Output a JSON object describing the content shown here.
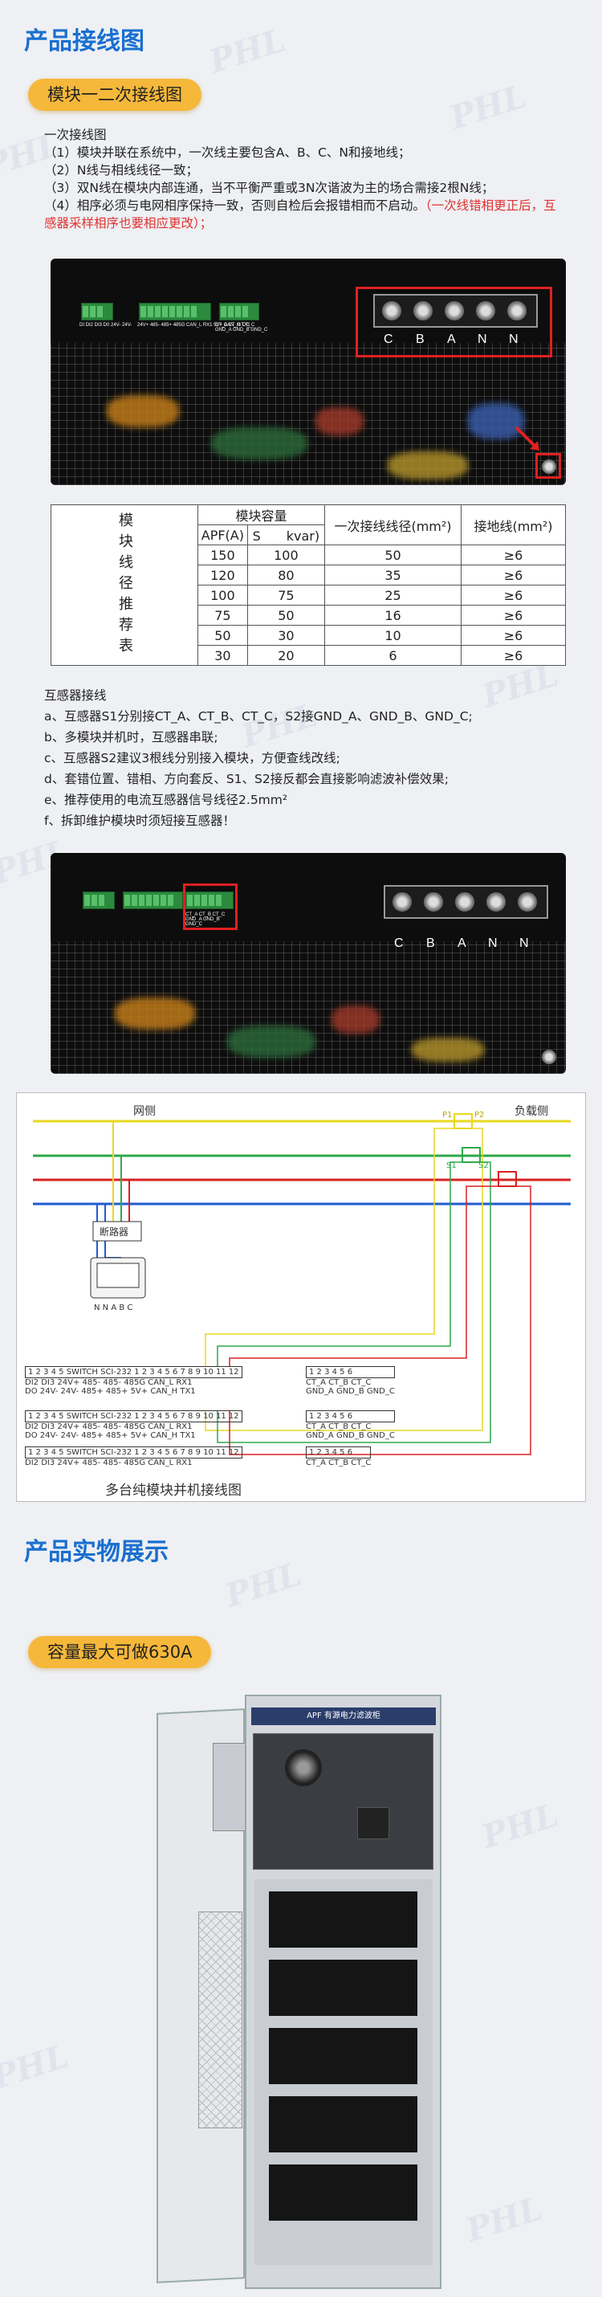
{
  "watermark": "PHL",
  "section1": {
    "title": "产品接线图",
    "pill": "模块一二次接线图"
  },
  "wiring_notes": {
    "heading": "一次接线图",
    "items": [
      "（1）模块并联在系统中，一次线主要包含A、B、C、N和接地线；",
      "（2）N线与相线线径一致；",
      "（3）双N线在模块内部连通，当不平衡严重或3N次谐波为主的场合需接2根N线；",
      "（4）相序必须与电网相序保持一致，否则自检后会报错相而不启动。"
    ],
    "red_note": "（一次线错相更正后，互感器采样相序也要相应更改）；"
  },
  "terminal_labels": [
    "C",
    "B",
    "A",
    "N",
    "N"
  ],
  "panel_labels": {
    "left": "DI DI2 DI3 D0 24V- 24V-",
    "mid": "24V+ 485- 485+ 485G CAN_L RX1 5V+ CAN_H TX1",
    "right": "CT_A CT_B CT_C GND_A GND_B GND_C"
  },
  "table": {
    "side_label": "模块线径推荐表",
    "col_capacity": "模块容量",
    "col_apf": "APF(A)",
    "col_s": "S　　kvar)",
    "col_line": "一次接线线径(mm²)",
    "col_ground": "接地线(mm²)",
    "rows": [
      [
        "150",
        "100",
        "50",
        "≥6"
      ],
      [
        "120",
        "80",
        "35",
        "≥6"
      ],
      [
        "100",
        "75",
        "25",
        "≥6"
      ],
      [
        "75",
        "50",
        "16",
        "≥6"
      ],
      [
        "50",
        "30",
        "10",
        "≥6"
      ],
      [
        "30",
        "20",
        "6",
        "≥6"
      ]
    ]
  },
  "ct_notes": {
    "heading": "互感器接线",
    "items": [
      "a、互感器S1分别接CT_A、CT_B、CT_C，S2接GND_A、GND_B、GND_C;",
      "b、多模块并机时，互感器串联;",
      "c、互感器S2建议3根线分别接入模块，方便查线改线;",
      "d、套错位置、错相、方向套反、S1、S2接反都会直接影响滤波补偿效果;",
      "e、推荐使用的电流互感器信号线径2.5mm²",
      "f、拆卸维护模块时须短接互感器！"
    ]
  },
  "schematic": {
    "grid_side": "网侧",
    "load_side": "负载侧",
    "breaker": "断路器",
    "nabc": "N N A B C",
    "caption": "多台纯模块并机接线图",
    "p1": "P1",
    "p2": "P2",
    "s1": "S1",
    "s2": "S2",
    "row_top": "1 2 3 4 5 SWITCH SCI-232 1 2 3 4 5 6 7 8 9 10 11 12",
    "row_bot1": "DI2 DI3 24V+ 485- 485- 485G CAN_L RX1",
    "row_bot2": "DO 24V- 24V- 485+ 485+ 5V+ CAN_H TX1",
    "ct_top": "1 2 3 4 5 6",
    "ct_bot1": "CT_A CT_B CT_C",
    "ct_bot2": "GND_A GND_B GND_C"
  },
  "section2": {
    "title": "产品实物展示",
    "pill": "容量最大可做630A"
  },
  "cabinet_label": "APF 有源电力滤波柜",
  "colors": {
    "accent": "#1a6fd0",
    "pill": "#f6b83a",
    "red": "#e03030"
  }
}
